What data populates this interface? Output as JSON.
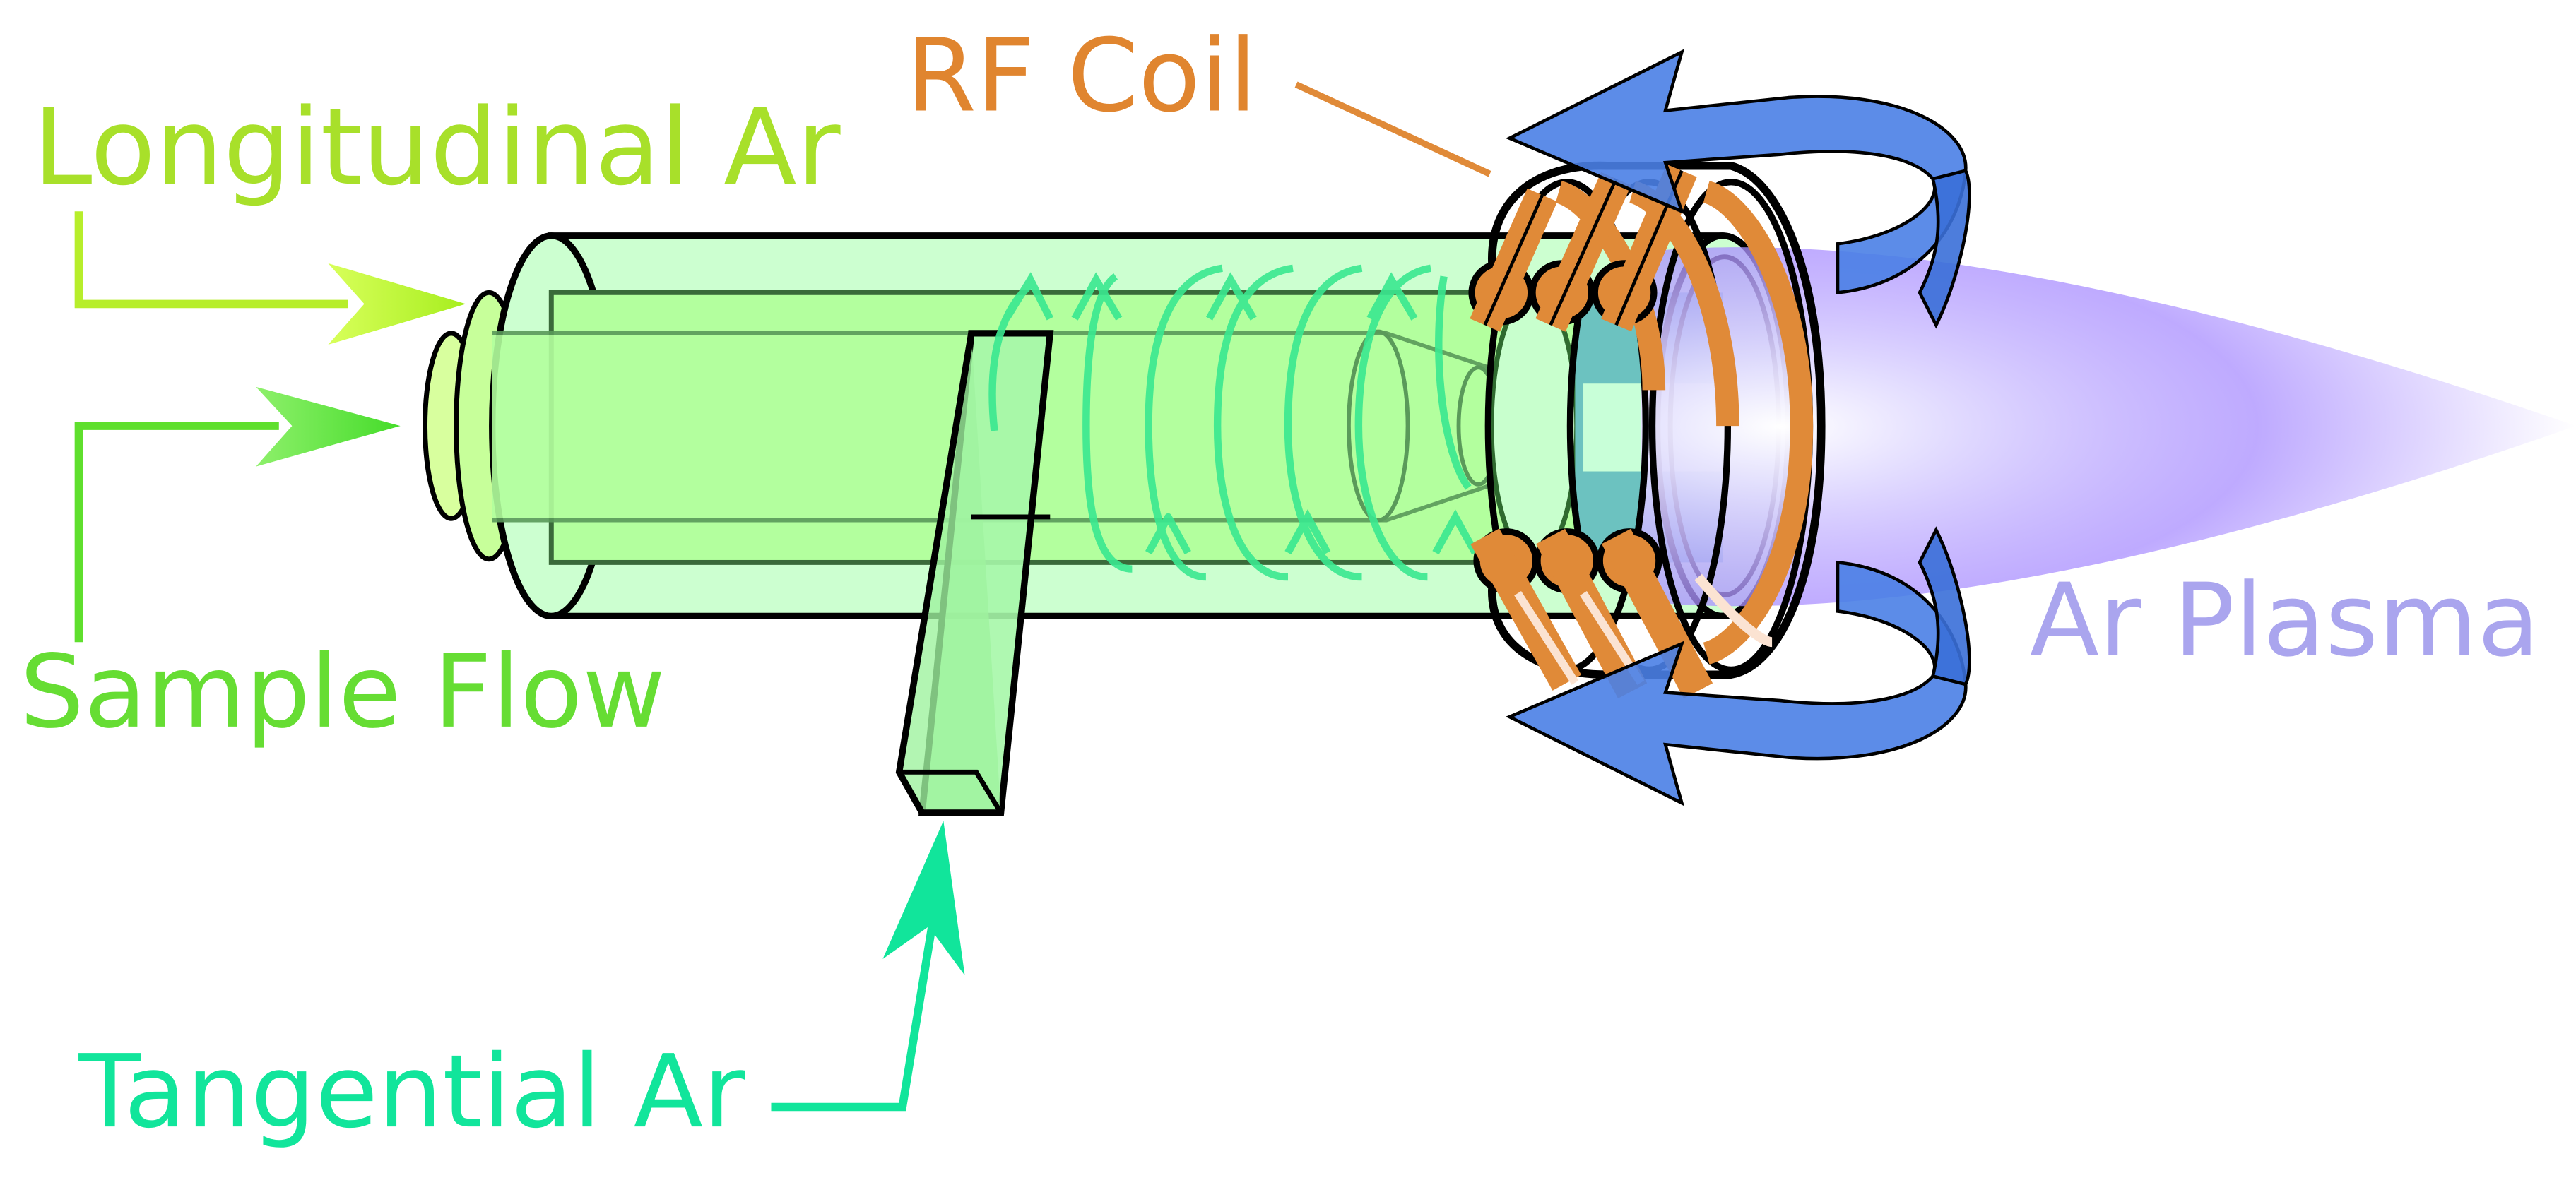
{
  "labels": {
    "longitudinal_ar": "Longitudinal Ar",
    "sample_flow": "Sample Flow",
    "rf_coil": "RF Coil",
    "ar_plasma": "Ar Plasma",
    "tangential_ar": "Tangential Ar"
  },
  "colors": {
    "longitudinal_ar": "#a8e02a",
    "sample_flow": "#66dd33",
    "rf_coil": "#e0852f",
    "ar_plasma": "#aaa5ee",
    "tangential_ar": "#11e59b",
    "torch_body": "#b3ff9e",
    "torch_outer": "#ccffd0",
    "swirl": "#3ae890",
    "coil_copper": "#e08a38",
    "field_arrow": "#4a7fe6",
    "plasma": "#a694ff"
  },
  "icons": {
    "field": "magnetic-field-arrows",
    "plasma": "plasma-flame",
    "coil": "rf-coil-turns"
  }
}
